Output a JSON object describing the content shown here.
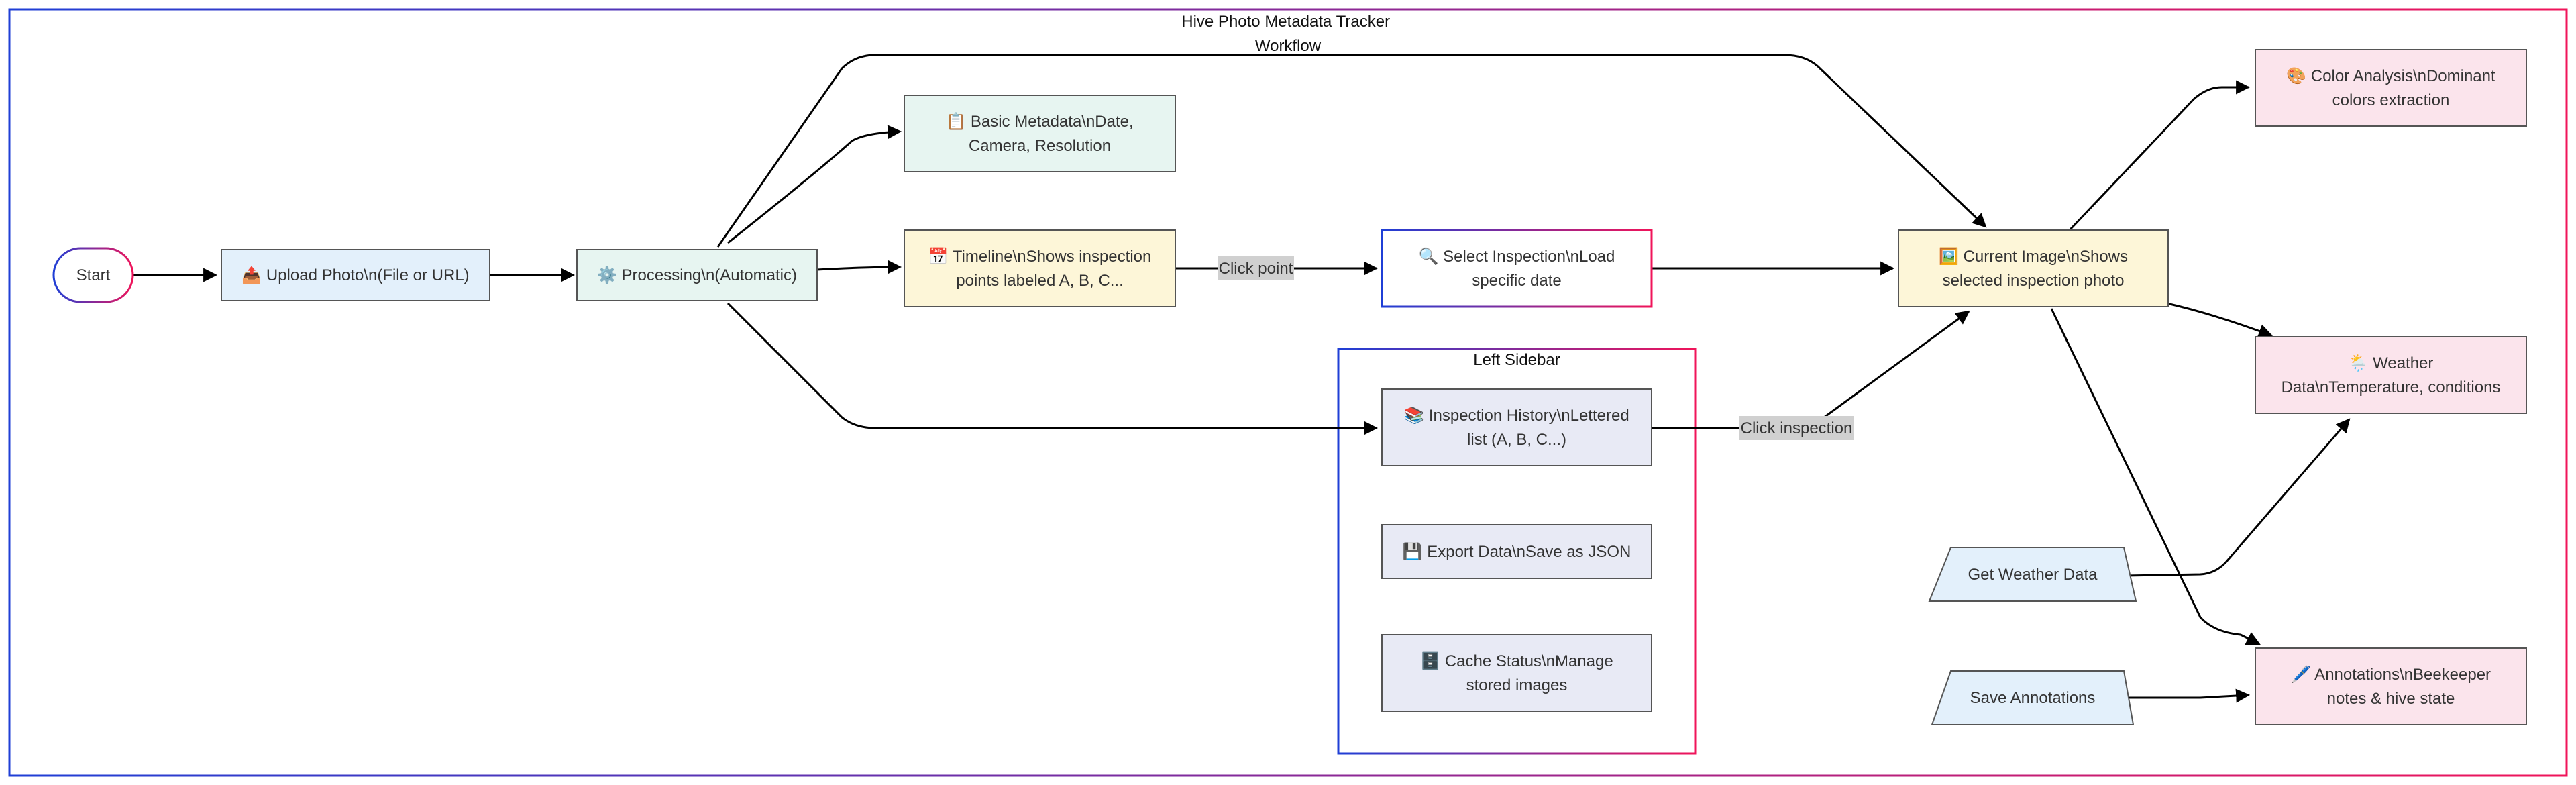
{
  "diagram": {
    "title_lines": [
      "Hive Photo Metadata Tracker",
      "Workflow"
    ],
    "sidebar_title": "Left Sidebar",
    "nodes": {
      "start": {
        "lines": [
          "Start"
        ],
        "fill": "#ffffff"
      },
      "upload": {
        "lines": [
          "📤 Upload Photo\\n(File or URL)"
        ],
        "fill": "#e3f0fb"
      },
      "processing": {
        "lines": [
          "⚙️ Processing\\n(Automatic)"
        ],
        "fill": "#e7f5f1"
      },
      "metadata": {
        "lines": [
          "📋 Basic Metadata\\nDate,",
          "Camera, Resolution"
        ],
        "fill": "#e7f5f1"
      },
      "timeline": {
        "lines": [
          "📅 Timeline\\nShows inspection",
          "points labeled A, B, C..."
        ],
        "fill": "#fdf6d8"
      },
      "select": {
        "lines": [
          "🔍 Select Inspection\\nLoad",
          "specific date"
        ],
        "fill": "#ffffff"
      },
      "current": {
        "lines": [
          "🖼️ Current Image\\nShows",
          "selected inspection photo"
        ],
        "fill": "#fdf6d8"
      },
      "color": {
        "lines": [
          "🎨 Color Analysis\\nDominant",
          "colors extraction"
        ],
        "fill": "#fbe4ec"
      },
      "weather": {
        "lines": [
          "🌦️ Weather",
          "Data\\nTemperature, conditions"
        ],
        "fill": "#fbe4ec"
      },
      "annotations": {
        "lines": [
          "🖊️ Annotations\\nBeekeeper",
          "notes & hive state"
        ],
        "fill": "#fbe4ec"
      },
      "history": {
        "lines": [
          "📚 Inspection History\\nLettered",
          "list (A, B, C...)"
        ],
        "fill": "#e8eaf5"
      },
      "export": {
        "lines": [
          "💾 Export Data\\nSave as JSON"
        ],
        "fill": "#e8eaf5"
      },
      "cache": {
        "lines": [
          "🗄️ Cache Status\\nManage",
          "stored images"
        ],
        "fill": "#e8eaf5"
      },
      "getweather": {
        "lines": [
          "Get Weather Data"
        ],
        "fill": "#e3f0fb"
      },
      "saveannot": {
        "lines": [
          "Save Annotations"
        ],
        "fill": "#e3f0fb"
      }
    },
    "edge_labels": {
      "timeline_to_select": "Click point",
      "history_to_current": "Click inspection"
    },
    "colors": {
      "gradient_start": "#1f3fd6",
      "gradient_end": "#f0145a",
      "node_stroke": "#555555",
      "edge": "#000000",
      "edge_label_bg": "#d0d0d0"
    }
  }
}
